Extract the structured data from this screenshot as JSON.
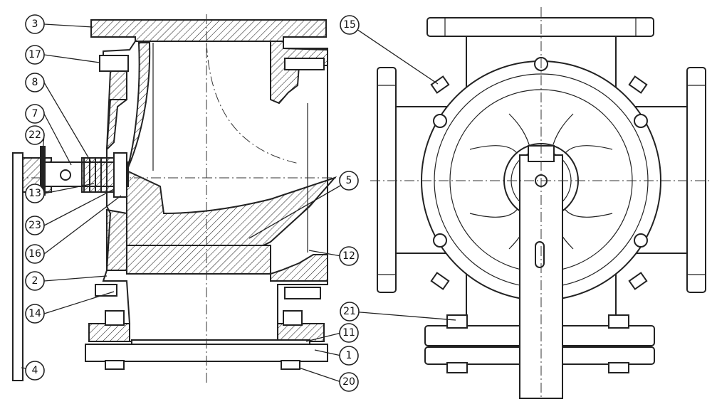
{
  "callouts": {
    "c1": "1",
    "c2": "2",
    "c3": "3",
    "c4": "4",
    "c5": "5",
    "c7": "7",
    "c8": "8",
    "c11": "11",
    "c12": "12",
    "c13": "13",
    "c14": "14",
    "c15": "15",
    "c16": "16",
    "c17": "17",
    "c20": "20",
    "c21": "21",
    "c22": "22",
    "c23": "23"
  }
}
